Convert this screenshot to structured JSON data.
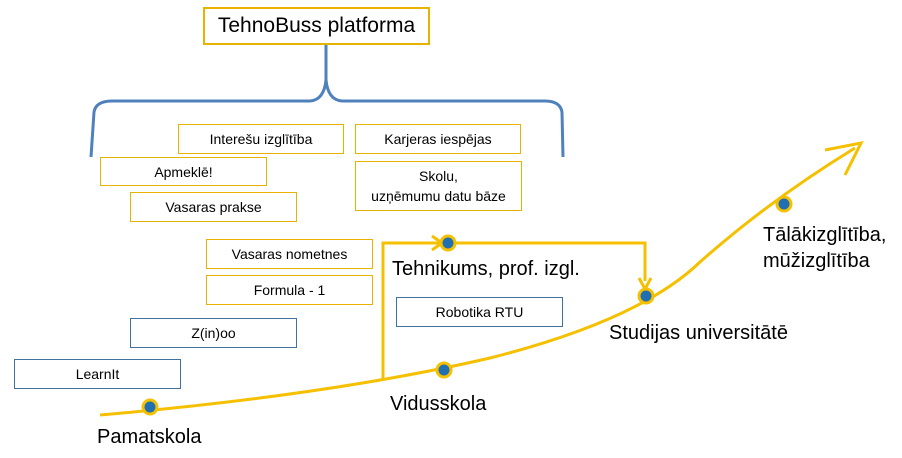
{
  "title": "TehnoBuss platforma",
  "boxes": {
    "interesu": "Interešu izglītība",
    "karjeras": "Karjeras iespējas",
    "apmekle": "Apmeklē!",
    "skolu": "Skolu,\nuzņēmumu datu bāze",
    "vasaras_prakse": "Vasaras prakse",
    "vasaras_nometnes": "Vasaras nometnes",
    "formula": "Formula - 1",
    "zinoo": "Z(in)oo",
    "robotika": "Robotika RTU",
    "learnit": "LearnIt"
  },
  "milestones": {
    "pamatskola": "Pamatskola",
    "vidusskola": "Vidusskola",
    "tehnikums": "Tehnikums, prof. izgl.",
    "studijas": "Studijas universitātē",
    "talak": "Tālākizglītība,\nmūžizglītība"
  },
  "colors": {
    "path": "#f5c000",
    "box_border_yellow": "#e6b400",
    "box_border_blue": "#41719c",
    "brace": "#4f81bd",
    "dot_fill": "#1f6fb2",
    "dot_ring": "#f5c000"
  }
}
